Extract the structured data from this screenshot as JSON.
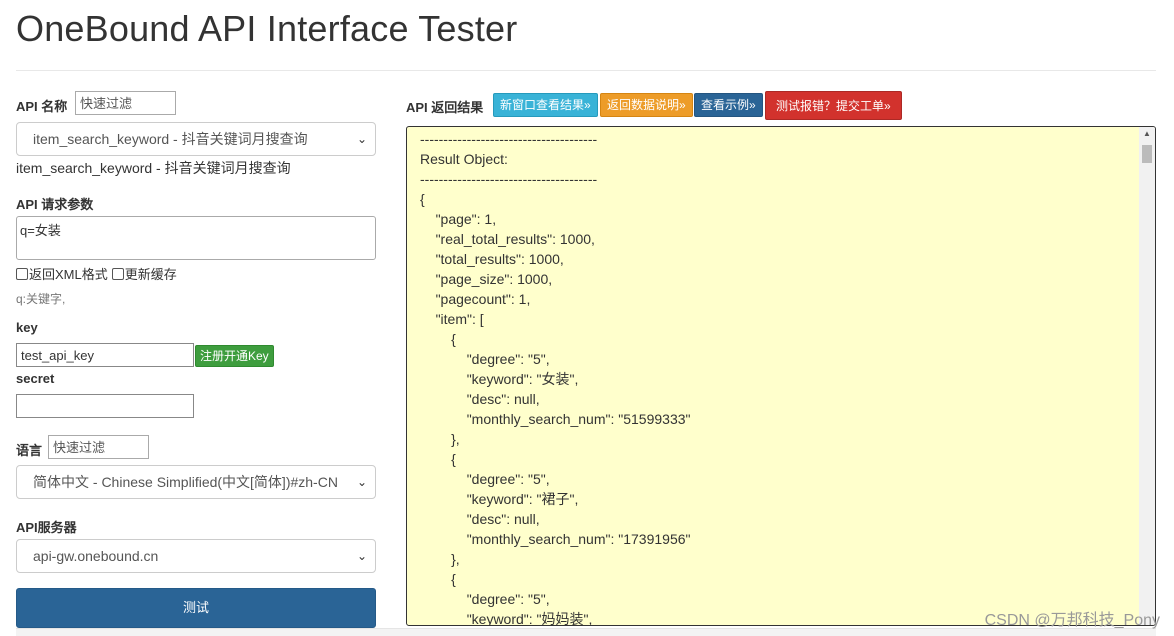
{
  "page": {
    "title": "OneBound API Interface Tester"
  },
  "api_name": {
    "label": "API 名称",
    "filter_placeholder": "快速过滤",
    "selected": "item_search_keyword - 抖音关键词月搜查询",
    "description": "item_search_keyword - 抖音关键词月搜查询"
  },
  "params": {
    "label": "API 请求参数",
    "value": "q=女装",
    "xml_option": "返回XML格式",
    "cache_option": "更新缓存",
    "hint": "q:关键字,"
  },
  "key": {
    "label": "key",
    "value": "test_api_key",
    "register_button": "注册开通Key"
  },
  "secret": {
    "label": "secret",
    "value": ""
  },
  "language": {
    "label": "语言",
    "filter_placeholder": "快速过滤",
    "selected": "简体中文 - Chinese Simplified(中文[简体])#zh-CN"
  },
  "server": {
    "label": "API服务器",
    "selected": "api-gw.onebound.cn"
  },
  "test_button": "测试",
  "result": {
    "label": "API 返回结果",
    "buttons": [
      {
        "label": "新窗口查看结果»",
        "color": "#39b3d7"
      },
      {
        "label": "返回数据说明»",
        "color": "#ed9c28"
      },
      {
        "label": "查看示例»",
        "color": "#2a6496"
      },
      {
        "label": "测试报错？提交工单»",
        "color": "#d2322d"
      }
    ],
    "divider": "--------------------------------------",
    "header": "Result Object:",
    "lines": [
      "{",
      "\t\"page\": 1,",
      "\t\"real_total_results\": 1000,",
      "\t\"total_results\": 1000,",
      "\t\"page_size\": 1000,",
      "\t\"pagecount\": 1,",
      "\t\"item\": [",
      "\t\t{",
      "\t\t\t\"degree\": \"5\",",
      "\t\t\t\"keyword\": \"女装\",",
      "\t\t\t\"desc\": null,",
      "\t\t\t\"monthly_search_num\": \"51599333\"",
      "\t\t},",
      "\t\t{",
      "\t\t\t\"degree\": \"5\",",
      "\t\t\t\"keyword\": \"裙子\",",
      "\t\t\t\"desc\": null,",
      "\t\t\t\"monthly_search_num\": \"17391956\"",
      "\t\t},",
      "\t\t{",
      "\t\t\t\"degree\": \"5\",",
      "\t\t\t\"keyword\": \"妈妈装\","
    ]
  },
  "watermark": "CSDN @万邦科技_Pony"
}
